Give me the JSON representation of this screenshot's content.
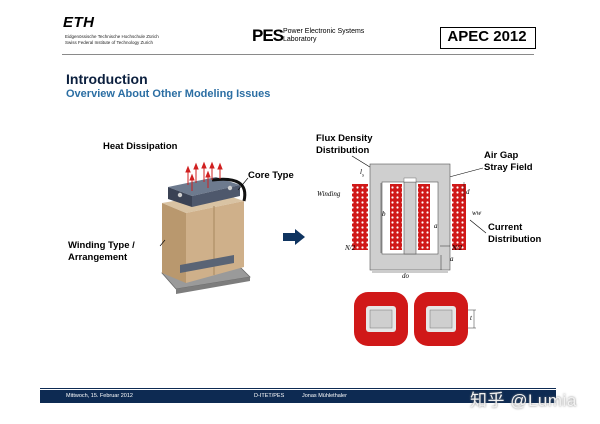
{
  "header": {
    "eth_logo": "ETH",
    "eth_line1": "Eidgenössische Technische Hochschule Zürich",
    "eth_line2": "Swiss Federal Institute of Technology Zurich",
    "pes_mark": "PES",
    "pes_name_line1": "Power Electronic Systems",
    "pes_name_line2": "Laboratory",
    "conference": "APEC 2012"
  },
  "title": "Introduction",
  "subtitle": "Overview About Other Modeling Issues",
  "transformer_labels": {
    "heat": "Heat Dissipation",
    "core": "Core Type",
    "winding_line1": "Winding Type /",
    "winding_line2": "Arrangement"
  },
  "diagram_labels": {
    "flux_line1": "Flux Density",
    "flux_line2": "Distribution",
    "airgap_line1": "Air Gap",
    "airgap_line2": "Stray Field",
    "current_line1": "Current",
    "current_line2": "Distribution",
    "winding": "Winding",
    "ls": "l",
    "ls_sub": "s",
    "b": "b",
    "a_inner": "a",
    "a_bottom": "a",
    "d": "d",
    "ww": "ww",
    "n2_left": "N/2",
    "n2_right": "N/2",
    "do": "do",
    "t": "t"
  },
  "colors": {
    "core_gray": "#cfcfcf",
    "winding_red": "#d01818",
    "footer_blue": "#0d2a52",
    "title_navy": "#0b1f3e",
    "subtitle_blue": "#2b6ea3",
    "arrow_navy": "#0f3460"
  },
  "footer": {
    "date": "Mittwoch, 15. Februar 2012",
    "dept": "D-ITET/PES",
    "author": "Jonas Mühlethaler"
  },
  "watermark": "知乎 @Lumia"
}
